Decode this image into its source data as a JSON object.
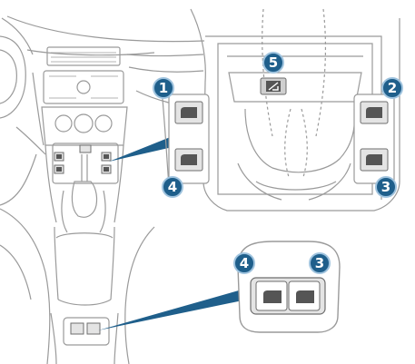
{
  "colors": {
    "background": "#ffffff",
    "line_art": "#9a9a9a",
    "line_dark": "#6e6e6e",
    "callout_fill": "#1f5f8b",
    "callout_stroke": "#9fc3de",
    "callout_text": "#ffffff",
    "leader": "#1f5f8b",
    "switch_face": "#555555",
    "switch_plate": "#e4e4e4"
  },
  "icons": {
    "window_switch": "window-switch-icon",
    "child_lock": "child-lock-icon"
  },
  "callouts": {
    "c1": "1",
    "c2": "2",
    "c3": "3",
    "c4": "4",
    "c5": "5",
    "c3_rear": "3",
    "c4_rear": "4"
  }
}
